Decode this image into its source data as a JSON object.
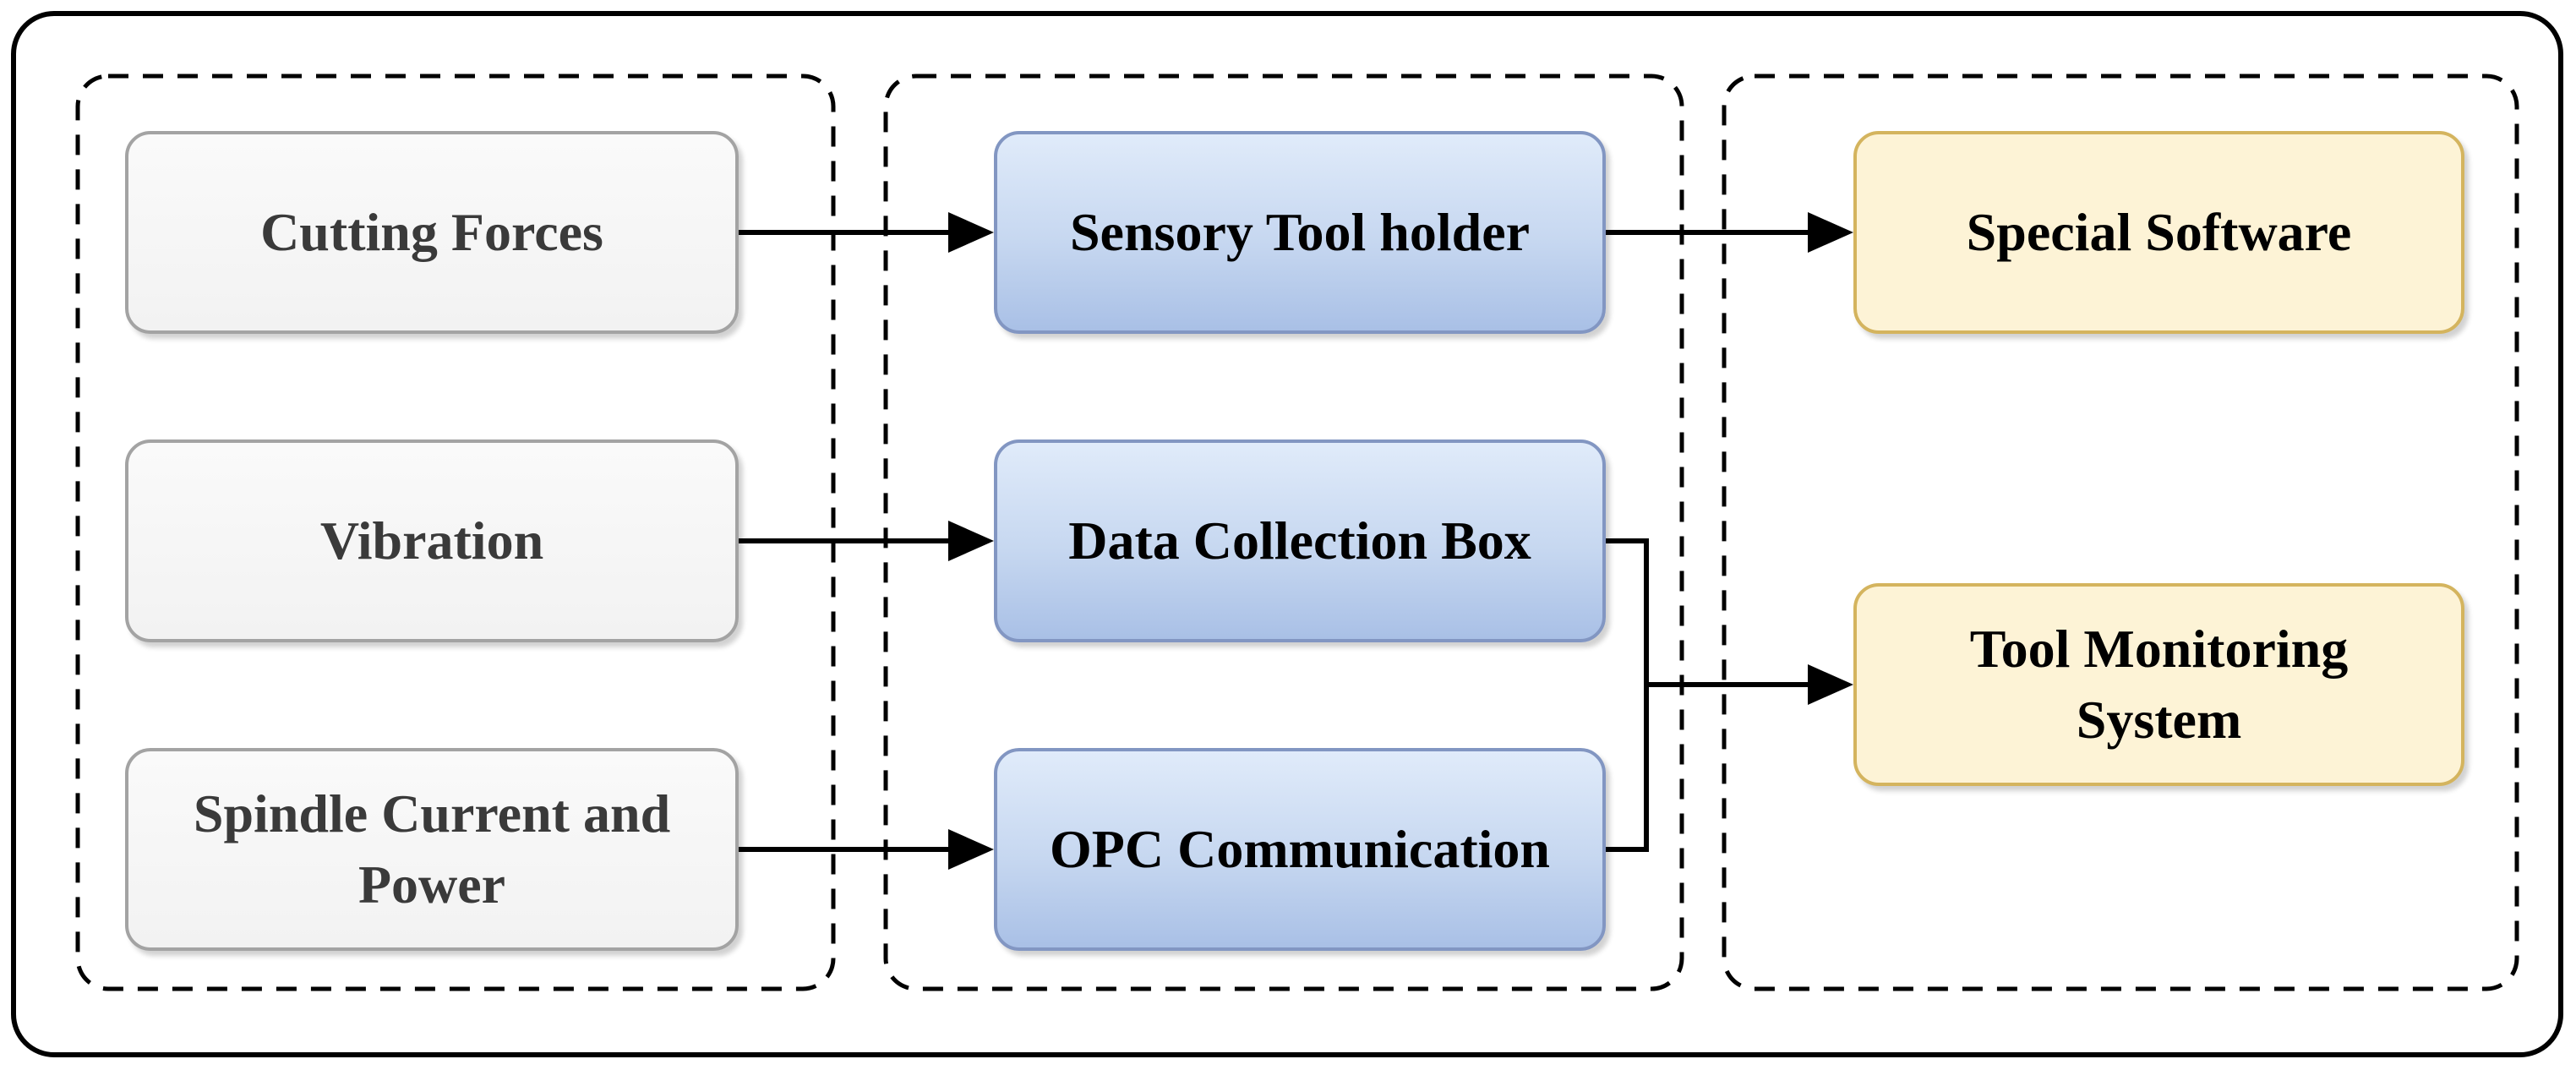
{
  "diagram": {
    "nodes": {
      "cutting_forces": {
        "label": "Cutting Forces",
        "group": "signals"
      },
      "vibration": {
        "label": "Vibration",
        "group": "signals"
      },
      "spindle_current": {
        "label": "Spindle Current and Power",
        "group": "signals"
      },
      "sensory_tool_holder": {
        "label": "Sensory Tool holder",
        "group": "acquisition"
      },
      "data_collection_box": {
        "label": "Data Collection Box",
        "group": "acquisition"
      },
      "opc_communication": {
        "label": "OPC Communication",
        "group": "acquisition"
      },
      "special_software": {
        "label": "Special Software",
        "group": "processing"
      },
      "tool_monitoring_system": {
        "label": "Tool Monitoring System",
        "group": "processing"
      }
    },
    "edges": [
      {
        "from": "Cutting Forces",
        "to": "Sensory Tool holder"
      },
      {
        "from": "Sensory Tool holder",
        "to": "Special Software"
      },
      {
        "from": "Vibration",
        "to": "Data Collection Box"
      },
      {
        "from": "Spindle Current and Power",
        "to": "OPC Communication"
      },
      {
        "from": "Data Collection Box",
        "to": "Tool Monitoring System"
      },
      {
        "from": "OPC Communication",
        "to": "Tool Monitoring System"
      }
    ],
    "colors": {
      "signal_fill": "#f5f5f5",
      "signal_border": "#a3a3a3",
      "signal_text": "#3a3a3a",
      "acquisition_fill_top": "#e0ebfa",
      "acquisition_fill_bottom": "#a9c0e6",
      "acquisition_border": "#8296c2",
      "processing_fill": "#fdf3d6",
      "processing_border": "#d4b45e",
      "connector": "#000000"
    }
  }
}
